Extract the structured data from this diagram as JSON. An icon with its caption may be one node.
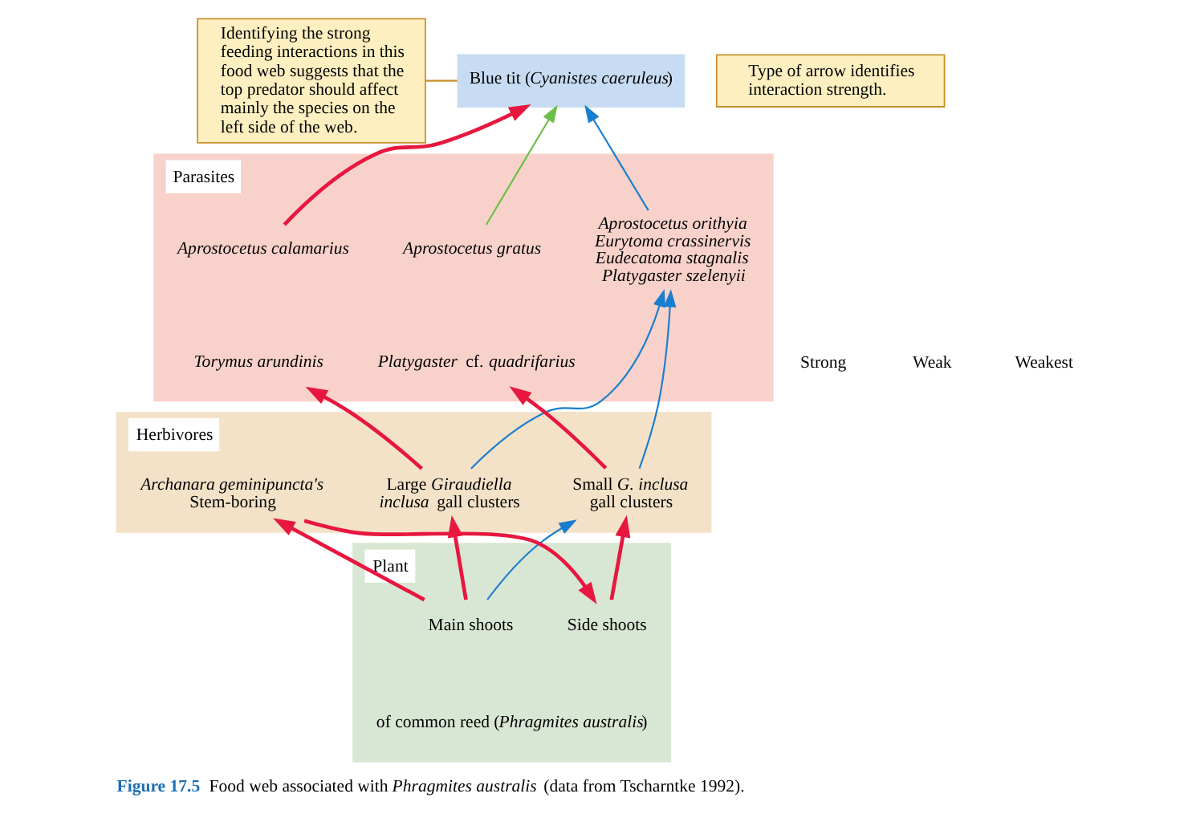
{
  "diagram": {
    "caption": "**Figure 17.5** Food web associated with *Phragmites australis* (data from Tscharntke 1992).",
    "nodes": [
      {
        "text": [
          "Identifying the strong feeding interactions in this food web suggests that the top predator should affect mainly the species on the left side of the web."
        ]
      },
      {
        "text": [
          "Blue tit (*Cyanistes caeruleus*)"
        ]
      },
      {
        "text": [
          "Type of arrow identifies interaction strength."
        ]
      },
      {
        "text": [
          "Parasites"
        ]
      },
      {
        "text": [
          "Aprostocetus calamarius"
        ],
        "in": 3
      },
      {
        "text": [
          "Aprostocetus orithyia",
          "Eurytoma crassinervis",
          "Eudecatoma stagnalis",
          "Platygaster szelenyii"
        ],
        "in": 3
      },
      {
        "text": [
          "Aprostocetus gratus"
        ],
        "in": 3
      },
      {
        "text": [
          "Torymus arundinis"
        ],
        "in": 3
      },
      {
        "text": [
          "*Platygaster* cf. *quadrifarius*"
        ],
        "in": 3
      },
      {
        "text": [
          "Herbivores"
        ]
      },
      {
        "text": [
          "Large *Giraudiella inclusa* gall clusters"
        ],
        "in": 9
      },
      {
        "text": [
          "*Archanara geminipuncta's* Stem-boring"
        ],
        "in": 9
      },
      {
        "text": [
          "Small *G. inclusa* gall clusters"
        ],
        "in": 9
      },
      {
        "text": [
          "Plant"
        ]
      },
      {
        "text": [
          "Main shoots"
        ],
        "in": 13
      },
      {
        "text": [
          "Side shoots"
        ],
        "in": 13
      }
    ],
    "edges": [
      {
        "from": 0,
        "to": 1,
        "arrow": "none",
        "color": "#c8902a"
      },
      {
        "from": 4,
        "to": 1,
        "arrow": "to"
      },
      {
        "from": 5,
        "to": 1,
        "arrow": "to",
        "color": "#1a7ecf"
      },
      {
        "from": 6,
        "to": 1,
        "arrow": "to",
        "color": "#6cbf4a"
      },
      {
        "from": 10,
        "to": 7,
        "arrow": "to"
      },
      {
        "from": 10,
        "to": 5,
        "arrow": "to",
        "color": "#1a7ecf"
      },
      {
        "from": 12,
        "to": 5,
        "arrow": "to",
        "color": "#1a7ecf"
      },
      {
        "from": 12,
        "to": 8,
        "arrow": "to"
      },
      {
        "from": 14,
        "to": 10,
        "arrow": "to"
      },
      {
        "from": 14,
        "to": 11,
        "arrow": "to"
      },
      {
        "from": 14,
        "to": 12,
        "arrow": "to",
        "color": "#1a7ecf"
      },
      {
        "from": 11,
        "to": 15,
        "arrow": "to"
      },
      {
        "from": 15,
        "to": 12,
        "arrow": "to"
      }
    ],
    "labels": [
      "Strong",
      "Weak",
      "Weakest",
      "of common reed (*Phragmites australis*)"
    ]
  }
}
